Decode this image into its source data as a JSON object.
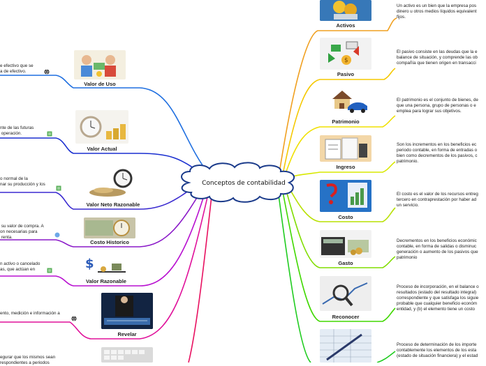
{
  "center": {
    "title": "Conceptos de contabilidad"
  },
  "right_nodes": [
    {
      "label": "Activos",
      "color": "#f0a020",
      "desc": "Un activo es un bien que la empresa pos\ndinero u otros medios líquidos equivalent\nfijos."
    },
    {
      "label": "Pasivo",
      "color": "#f5c800",
      "desc": "El pasivo consiste en las deudas que la e\nbalance de situación, y comprende las ob\ncompañía que tienen origen en transacci"
    },
    {
      "label": "Patrimonio",
      "color": "#f0e000",
      "desc": "El patrimonio es el conjunto de bienes, de\nque una persona, grupo de personas o e\nemplea para lograr sus objetivos."
    },
    {
      "label": "Ingreso",
      "color": "#d8e800",
      "desc": "Son los incrementos en los beneficios ec\nperiodo contable, en forma de entradas o\nbien como decrementos de los pasivos, c\npatrimonio."
    },
    {
      "label": "Costo",
      "color": "#b8e000",
      "desc": "El costo es el valor de los recursos entreg\ntercero en contraprestación por haber ad\nun servicio."
    },
    {
      "label": "Gasto",
      "color": "#80dd00",
      "desc": "Decrementos en los beneficios económic\ncontable, en forma de salidas o disminuc\ngeneración o aumento de los pasivos que\npatrimonio"
    },
    {
      "label": "Reconocer",
      "color": "#40d800",
      "desc": "Proceso de incorporación, en el balance o\nresultados (estado del resultado integral)\ncorrespondiente y que satisfaga los siguie\nprobable que cualquier beneficio económ\nentidad, y (b) el elemento tiene un costo"
    },
    {
      "label": "",
      "color": "#20cc20",
      "desc": "Proceso de determinación de los importe\ncontablemente los elementos de los esta\n(estado de situación financiera) y el estad"
    }
  ],
  "left_nodes": [
    {
      "label": "Valor de Uso",
      "color": "#1f6fe0",
      "desc": "e efectivo que se\na de efectivo.",
      "badge": "globe-icon"
    },
    {
      "label": "Valor Actual",
      "color": "#1a2fd0",
      "desc": "nte de las futuras\n operación.",
      "badge": "note-icon"
    },
    {
      "label": "Valor Neto Razonable",
      "color": "#3a2ad0",
      "desc": "o normal de la\nnar su producción y los",
      "badge": "note-icon"
    },
    {
      "label": "Costo Historico",
      "color": "#8a18c8",
      "desc": " su valor de compra. A\non necesarias para\n renta.",
      "badge": "bulb-icon"
    },
    {
      "label": "Valor Razonable",
      "color": "#b810d0",
      "desc": "n activo o cancelado\nas, que actúan en",
      "badge": "note-icon"
    },
    {
      "label": "Revelar",
      "color": "#e0109a",
      "desc": "ento, medición e información a",
      "badge": "globe-icon"
    },
    {
      "label": "",
      "color": "#e81060",
      "desc": "egurar que los mismos sean\nrespondientes a periodos",
      "badge": ""
    }
  ]
}
